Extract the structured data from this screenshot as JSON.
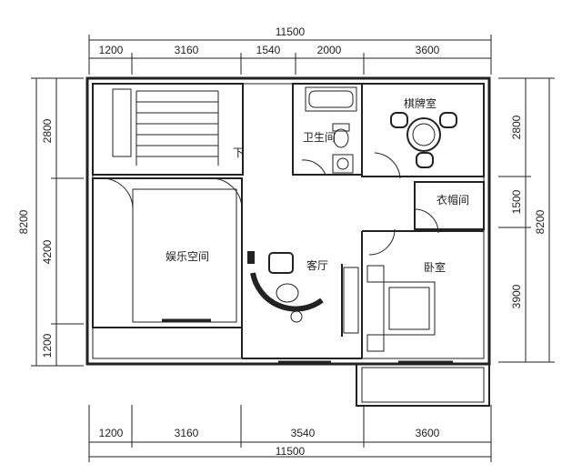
{
  "dimensions": {
    "top_total": "11500",
    "top_segments": [
      "1200",
      "3160",
      "1540",
      "2000",
      "3600"
    ],
    "bottom_total": "11500",
    "bottom_segments": [
      "1200",
      "3160",
      "3540",
      "3600"
    ],
    "left_total": "8200",
    "left_segments": [
      "2800",
      "4200",
      "1200"
    ],
    "right_total": "8200",
    "right_segments": [
      "2800",
      "1500",
      "3900"
    ]
  },
  "rooms": {
    "entertainment": "娱乐空间",
    "bathroom": "卫生间",
    "chess_room": "棋牌室",
    "cloakroom": "衣帽间",
    "living_room": "客厅",
    "bedroom": "卧室"
  },
  "stair_label": "下"
}
